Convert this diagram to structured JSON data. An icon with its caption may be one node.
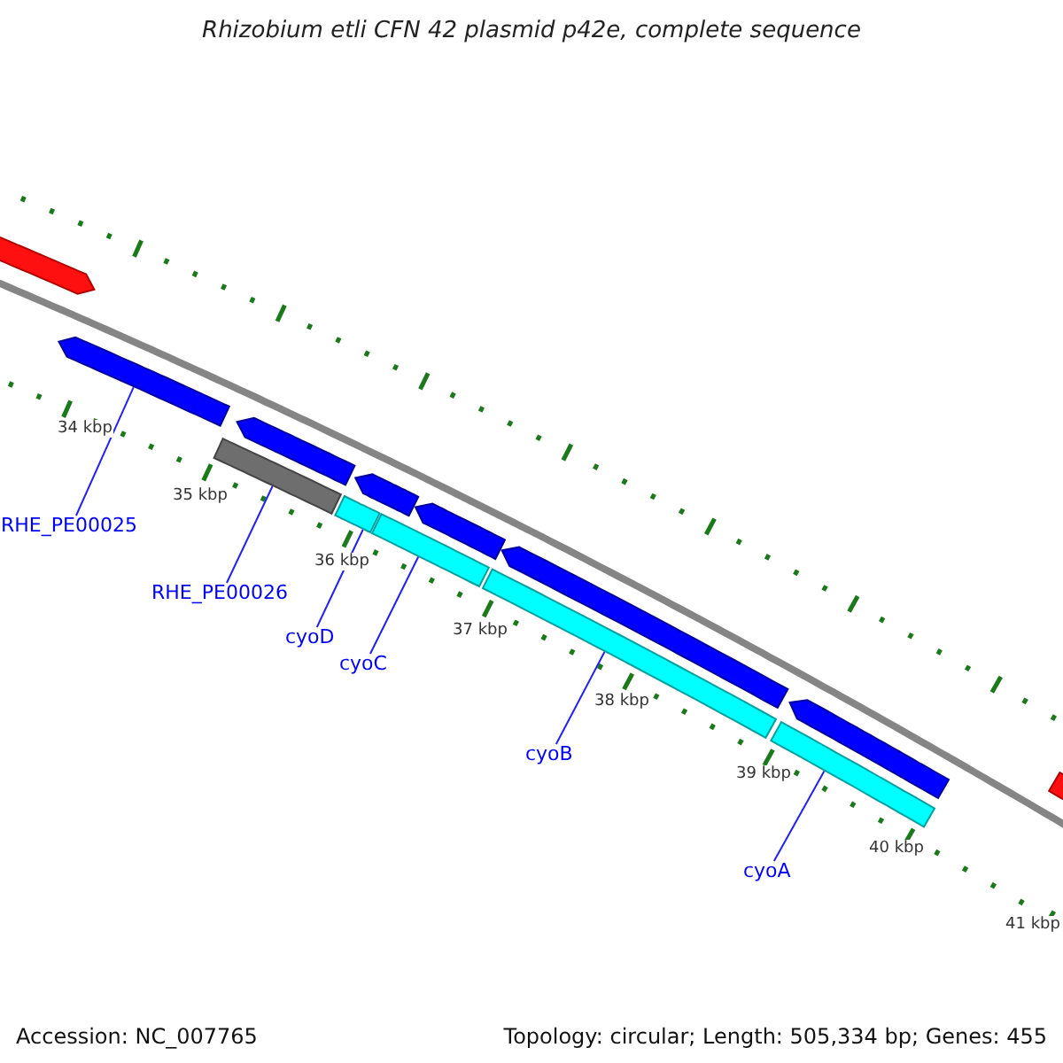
{
  "diagram": {
    "title": "Rhizobium etli CFN 42 plasmid p42e, complete sequence",
    "nodes": [
      {
        "text": [],
        "shape": "arrow"
      },
      {
        "text": [],
        "shape": "arrow"
      },
      {
        "text": [],
        "shape": "arrow"
      },
      {
        "text": [],
        "shape": "bar"
      },
      {
        "text": [],
        "shape": "arrow"
      },
      {
        "text": [],
        "shape": "bar"
      },
      {
        "text": [],
        "shape": "bar"
      },
      {
        "text": [],
        "shape": "arrow"
      },
      {
        "text": [],
        "shape": "arrow"
      },
      {
        "text": [],
        "shape": "bar"
      },
      {
        "text": [],
        "shape": "arrow"
      },
      {
        "text": [],
        "shape": "bar"
      },
      {
        "text": [],
        "shape": "arrow"
      },
      {
        "text": [
          "RHE_PE00025"
        ]
      },
      {
        "text": [
          "RHE_PE00026"
        ]
      },
      {
        "text": [
          "cyoD"
        ]
      },
      {
        "text": [
          "cyoC"
        ]
      },
      {
        "text": [
          "cyoB"
        ]
      },
      {
        "text": [
          "cyoA"
        ]
      }
    ],
    "edges": [
      {
        "from": 13,
        "to": 1,
        "arrow": "none"
      },
      {
        "from": 14,
        "to": 3,
        "arrow": "none"
      },
      {
        "from": 15,
        "to": 5,
        "arrow": "none"
      },
      {
        "from": 16,
        "to": 6,
        "arrow": "none"
      },
      {
        "from": 17,
        "to": 9,
        "arrow": "none"
      },
      {
        "from": 18,
        "to": 11,
        "arrow": "none"
      }
    ],
    "labels": [
      "34 kbp",
      "35 kbp",
      "36 kbp",
      "37 kbp",
      "38 kbp",
      "39 kbp",
      "40 kbp",
      "41 kbp",
      "Accession: NC_007765",
      "Topology: circular; Length: 505,334 bp; Genes: 455"
    ]
  }
}
